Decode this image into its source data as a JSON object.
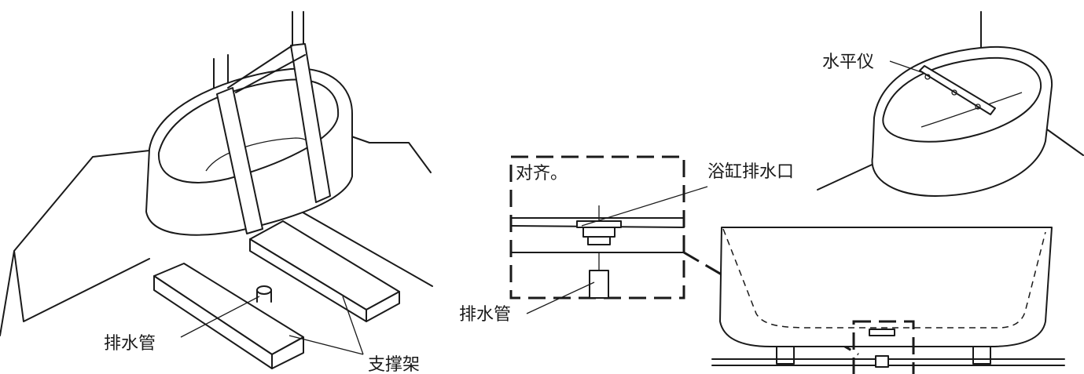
{
  "labels": {
    "drain_pipe_left": "排水管",
    "support_frame": "支撑架",
    "align": "对齐。",
    "tub_drain_outlet": "浴缸排水口",
    "drain_pipe_detail": "排水管",
    "level": "水平仪"
  }
}
